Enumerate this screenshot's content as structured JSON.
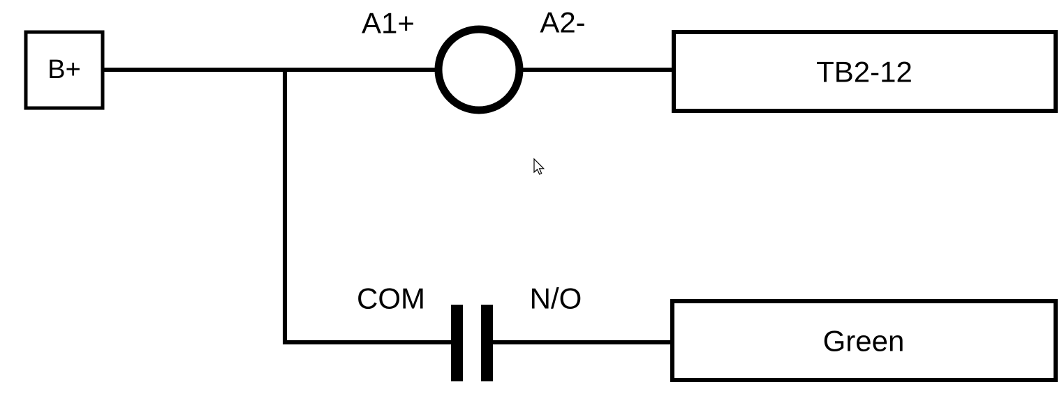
{
  "diagram": {
    "title": "relay-wiring-diagram",
    "battery_box": {
      "label": "B+"
    },
    "coil": {
      "terminal_left": "A1+",
      "terminal_right": "A2-"
    },
    "tb_box": {
      "label": "TB2-12"
    },
    "contact": {
      "terminal_left": "COM",
      "terminal_right": "N/O"
    },
    "green_box": {
      "label": "Green"
    },
    "colors": {
      "line": "#000000",
      "background": "#ffffff"
    }
  }
}
